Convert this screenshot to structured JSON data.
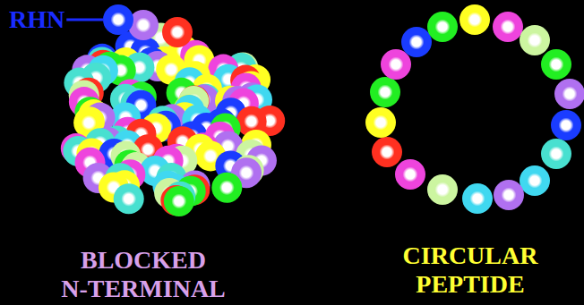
{
  "diagram": {
    "labels": [
      "RHN",
      "BLOCKED N-TERMINAL",
      "CIRCULAR PEPTIDE"
    ]
  }
}
